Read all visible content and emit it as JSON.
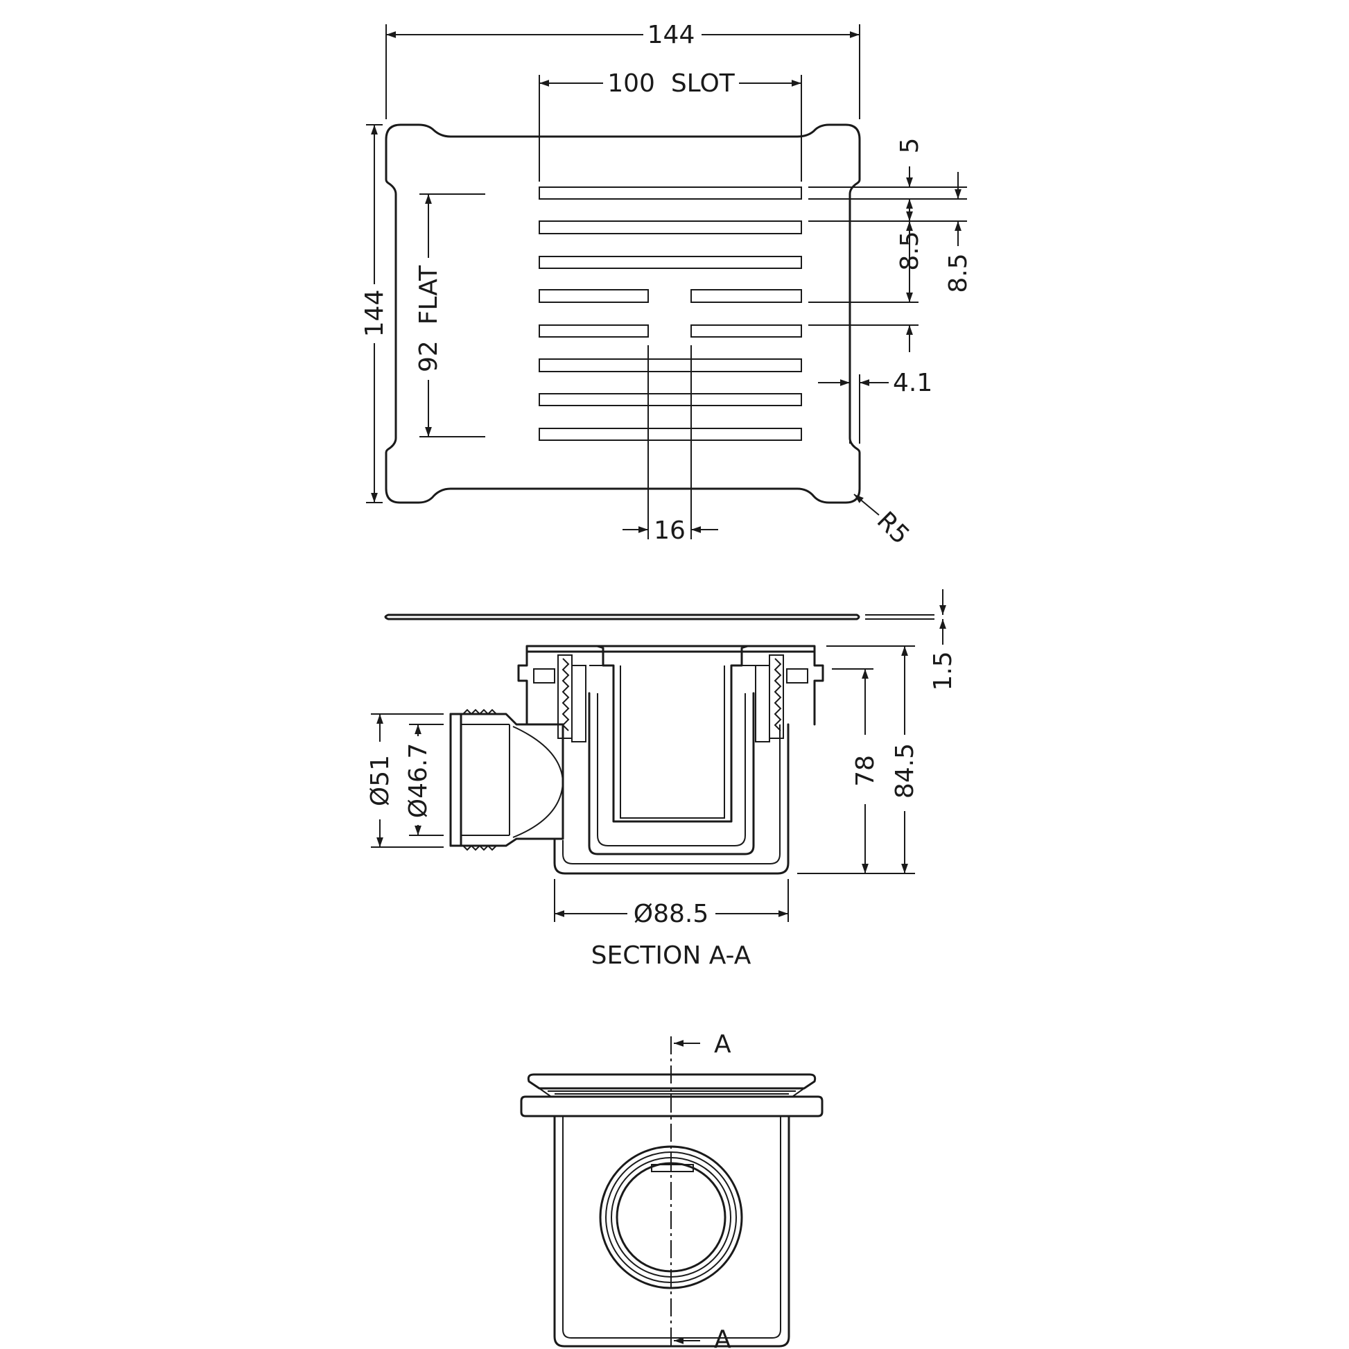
{
  "top_view": {
    "overall_width": "144",
    "slot_width": "100  SLOT",
    "overall_height": "144",
    "flat_width": "92  FLAT",
    "edge_margin": "5",
    "slot_pitch_a": "8.5",
    "slot_pitch_b": "8.5",
    "side_gap": "4.1",
    "bridge_width": "16",
    "corner_radius": "R5"
  },
  "section_view": {
    "plate_thickness": "1.5",
    "body_depth": "78",
    "total_depth": "84.5",
    "outlet_outer_diameter": "Ø51",
    "outlet_inner_diameter": "Ø46.7",
    "body_diameter": "Ø88.5",
    "caption": "SECTION A-A"
  },
  "front_view": {
    "section_mark_top": "A",
    "section_mark_bottom": "A"
  }
}
